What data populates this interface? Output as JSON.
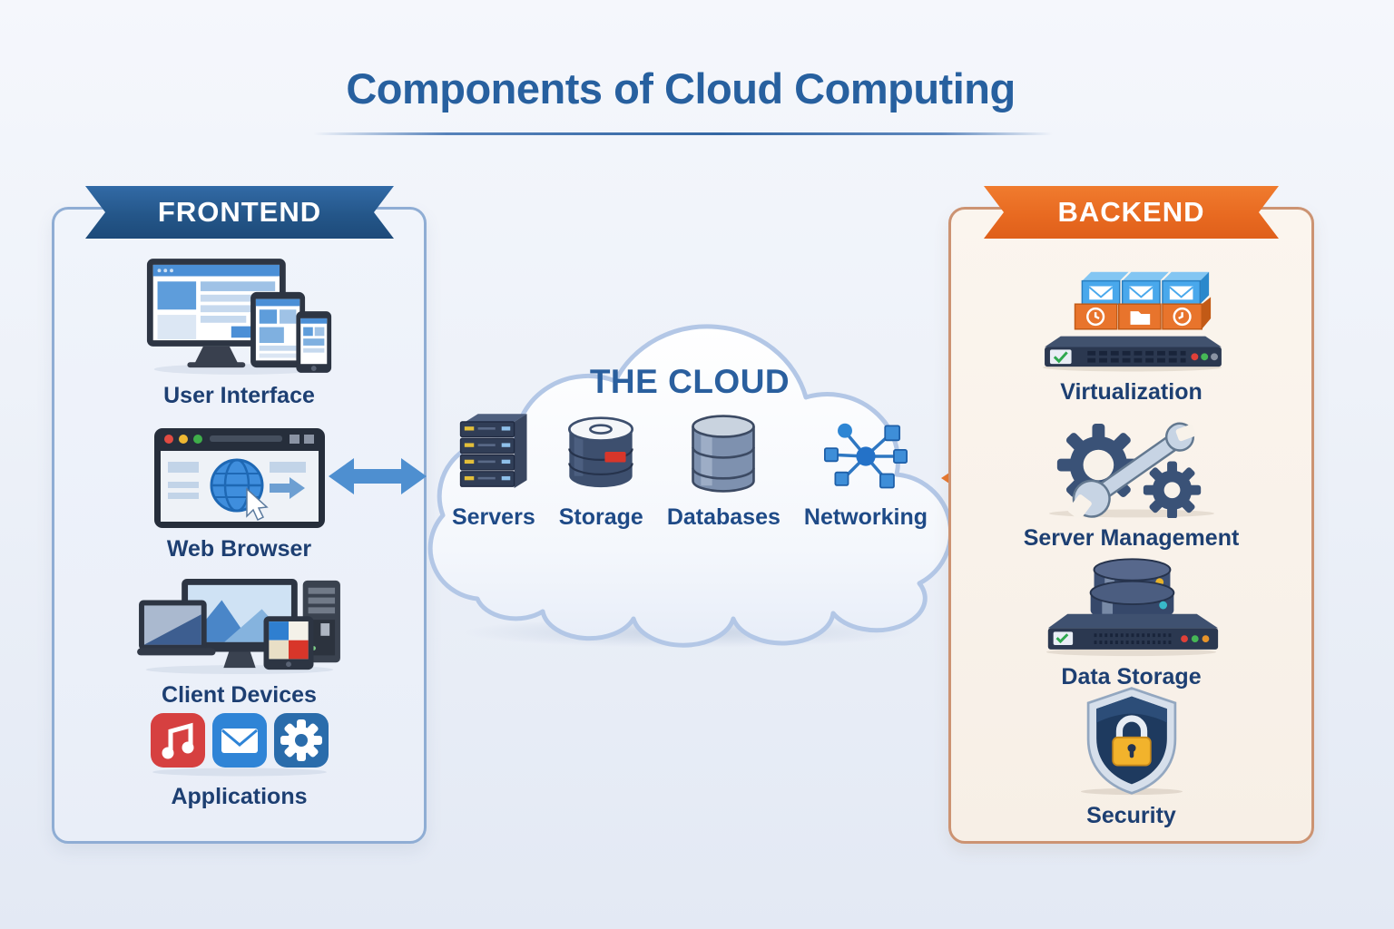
{
  "title": "Components of Cloud Computing",
  "frontend": {
    "banner": "FRONTEND",
    "items": [
      {
        "label": "User Interface",
        "icon": "responsive-devices-icon"
      },
      {
        "label": "Web Browser",
        "icon": "browser-globe-icon"
      },
      {
        "label": "Client Devices",
        "icon": "client-devices-icon"
      },
      {
        "label": "Applications",
        "icon": "app-tiles-icon"
      }
    ]
  },
  "cloud": {
    "title": "THE CLOUD",
    "items": [
      {
        "label": "Servers",
        "icon": "server-rack-icon"
      },
      {
        "label": "Storage",
        "icon": "disk-storage-icon"
      },
      {
        "label": "Databases",
        "icon": "database-cylinder-icon"
      },
      {
        "label": "Networking",
        "icon": "network-nodes-icon"
      }
    ]
  },
  "backend": {
    "banner": "BACKEND",
    "items": [
      {
        "label": "Virtualization",
        "icon": "virtualization-boxes-icon"
      },
      {
        "label": "Server Management",
        "icon": "gears-wrench-icon"
      },
      {
        "label": "Data Storage",
        "icon": "data-storage-server-icon"
      },
      {
        "label": "Security",
        "icon": "shield-lock-icon"
      }
    ]
  },
  "colors": {
    "title_text": "#27609f",
    "frontend_banner": "#245689",
    "backend_banner": "#e86a21",
    "frontend_border": "#8fadd4",
    "backend_border": "#cc9372",
    "label_text": "#1d3f72",
    "arrow_frontend_cloud": "#4e8fd0",
    "arrow_cloud_backend": "#e8782f"
  }
}
